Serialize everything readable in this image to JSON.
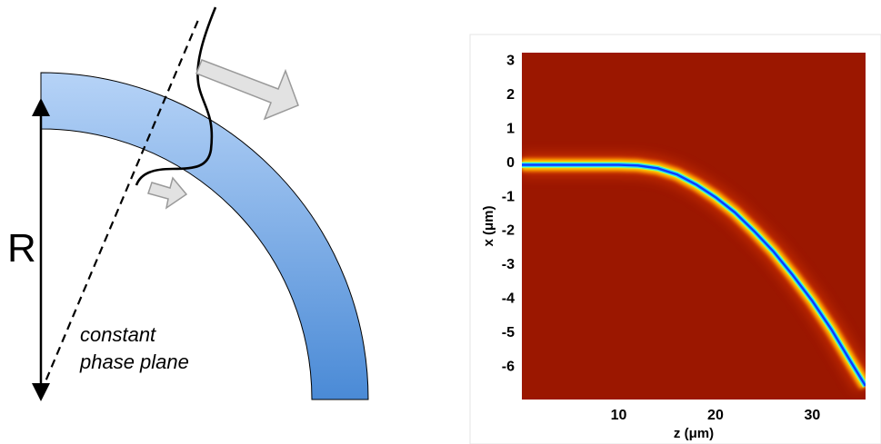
{
  "left_diagram": {
    "radius_label": "R",
    "phase_plane_label_line1": "constant",
    "phase_plane_label_line2": "phase plane",
    "colors": {
      "waveguide_top": "#b6d3f7",
      "waveguide_bottom": "#4a8ad6",
      "arrow_fill": "#e2e2e2",
      "arrow_stroke": "#9a9a9a"
    }
  },
  "chart_data": {
    "type": "heatmap",
    "xlabel": "z (μm)",
    "ylabel": "x (μm)",
    "xlim": [
      0,
      35.5
    ],
    "ylim": [
      -7,
      3.2
    ],
    "x_ticks": [
      10,
      20,
      30
    ],
    "y_ticks": [
      3,
      2,
      1,
      0,
      -1,
      -2,
      -3,
      -4,
      -5,
      -6
    ],
    "background_color": "#9b1700",
    "beam_path": {
      "z": [
        0,
        5,
        10,
        12,
        14,
        16,
        18,
        20,
        22,
        24,
        26,
        28,
        30,
        32,
        34,
        35.5
      ],
      "x": [
        -0.1,
        -0.1,
        -0.1,
        -0.12,
        -0.2,
        -0.38,
        -0.68,
        -1.05,
        -1.5,
        -2.05,
        -2.65,
        -3.35,
        -4.1,
        -4.95,
        -5.9,
        -6.6
      ]
    },
    "beam_colors": [
      "#0a3cff",
      "#21d7ff",
      "#aaff55",
      "#ffe600",
      "#ff7a00",
      "#e03a00"
    ]
  }
}
